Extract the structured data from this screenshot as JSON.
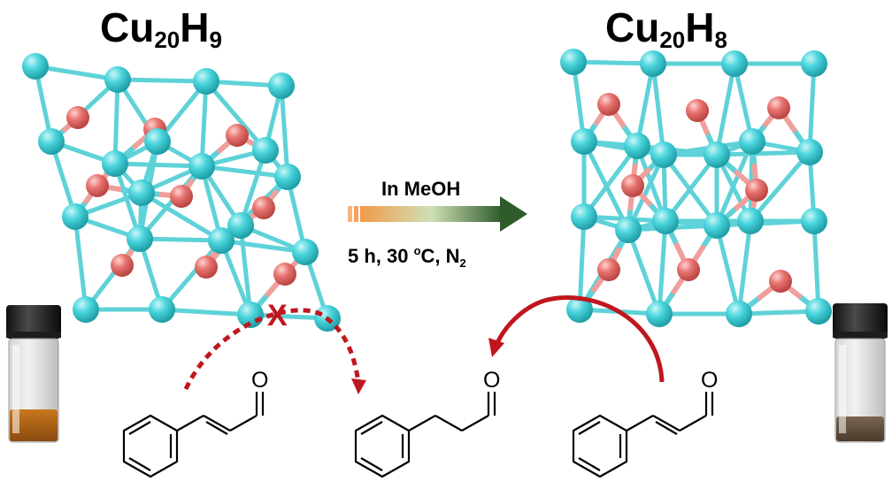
{
  "left_cluster": {
    "title_element": "Cu",
    "title_sub_1": "20",
    "title_element_2": "H",
    "title_sub_2": "9"
  },
  "right_cluster": {
    "title_element": "Cu",
    "title_sub_1": "20",
    "title_element_2": "H",
    "title_sub_2": "8"
  },
  "reaction": {
    "solvent": "In MeOH",
    "time_temp": "5 h, 30 ",
    "degree_sup": "o",
    "unit_after_degree": "C, N",
    "n2_sub": "2"
  },
  "blocked_mark": "X",
  "molecules": {
    "oxygen_label": "O"
  },
  "colors": {
    "copper": "#4ad4dc",
    "hydride": "#e77370",
    "bond": "#5ed2d8",
    "arrow_start": "#f19a4a",
    "arrow_end": "#2f5b2a",
    "red_arrow": "#c0161d",
    "vial_left_liquid": "#a35a12",
    "vial_right_liquid": "#5e4a38"
  }
}
